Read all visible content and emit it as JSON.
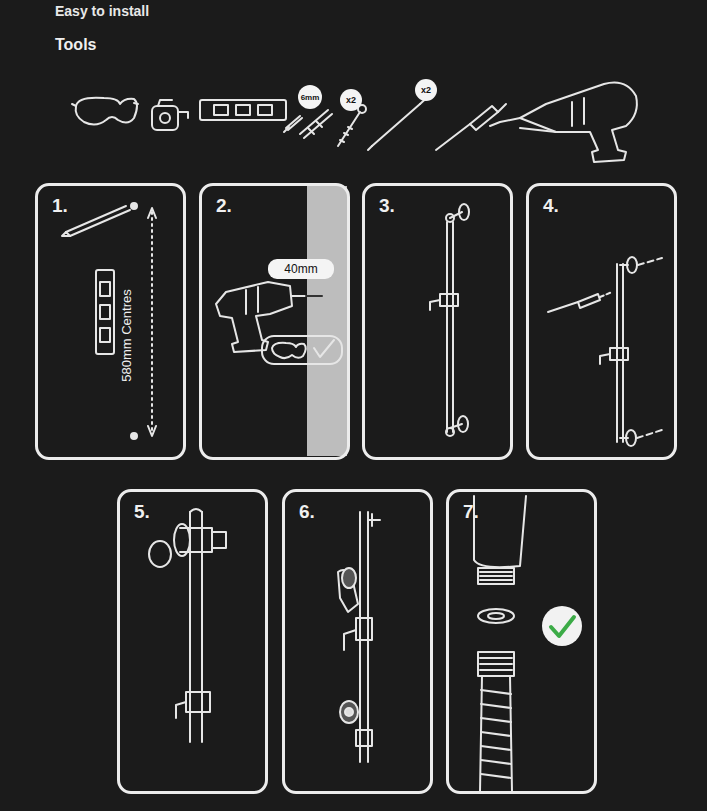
{
  "diagram": {
    "title": "Easy to install",
    "nodes": [
      {
        "text": [
          "6mm"
        ]
      },
      {
        "text": [
          "x2"
        ]
      },
      {
        "text": [
          "x2"
        ]
      },
      {
        "text": [
          "1.",
          "580mm Centres"
        ]
      },
      {
        "text": [
          "2."
        ]
      },
      {
        "text": [
          "40mm"
        ],
        "in": 4
      },
      {
        "text": [
          "3."
        ]
      },
      {
        "text": [
          "4."
        ]
      },
      {
        "text": [
          "5."
        ]
      },
      {
        "text": [
          "6."
        ]
      },
      {
        "text": [
          "7."
        ]
      }
    ],
    "labels": [
      "Tools"
    ]
  }
}
